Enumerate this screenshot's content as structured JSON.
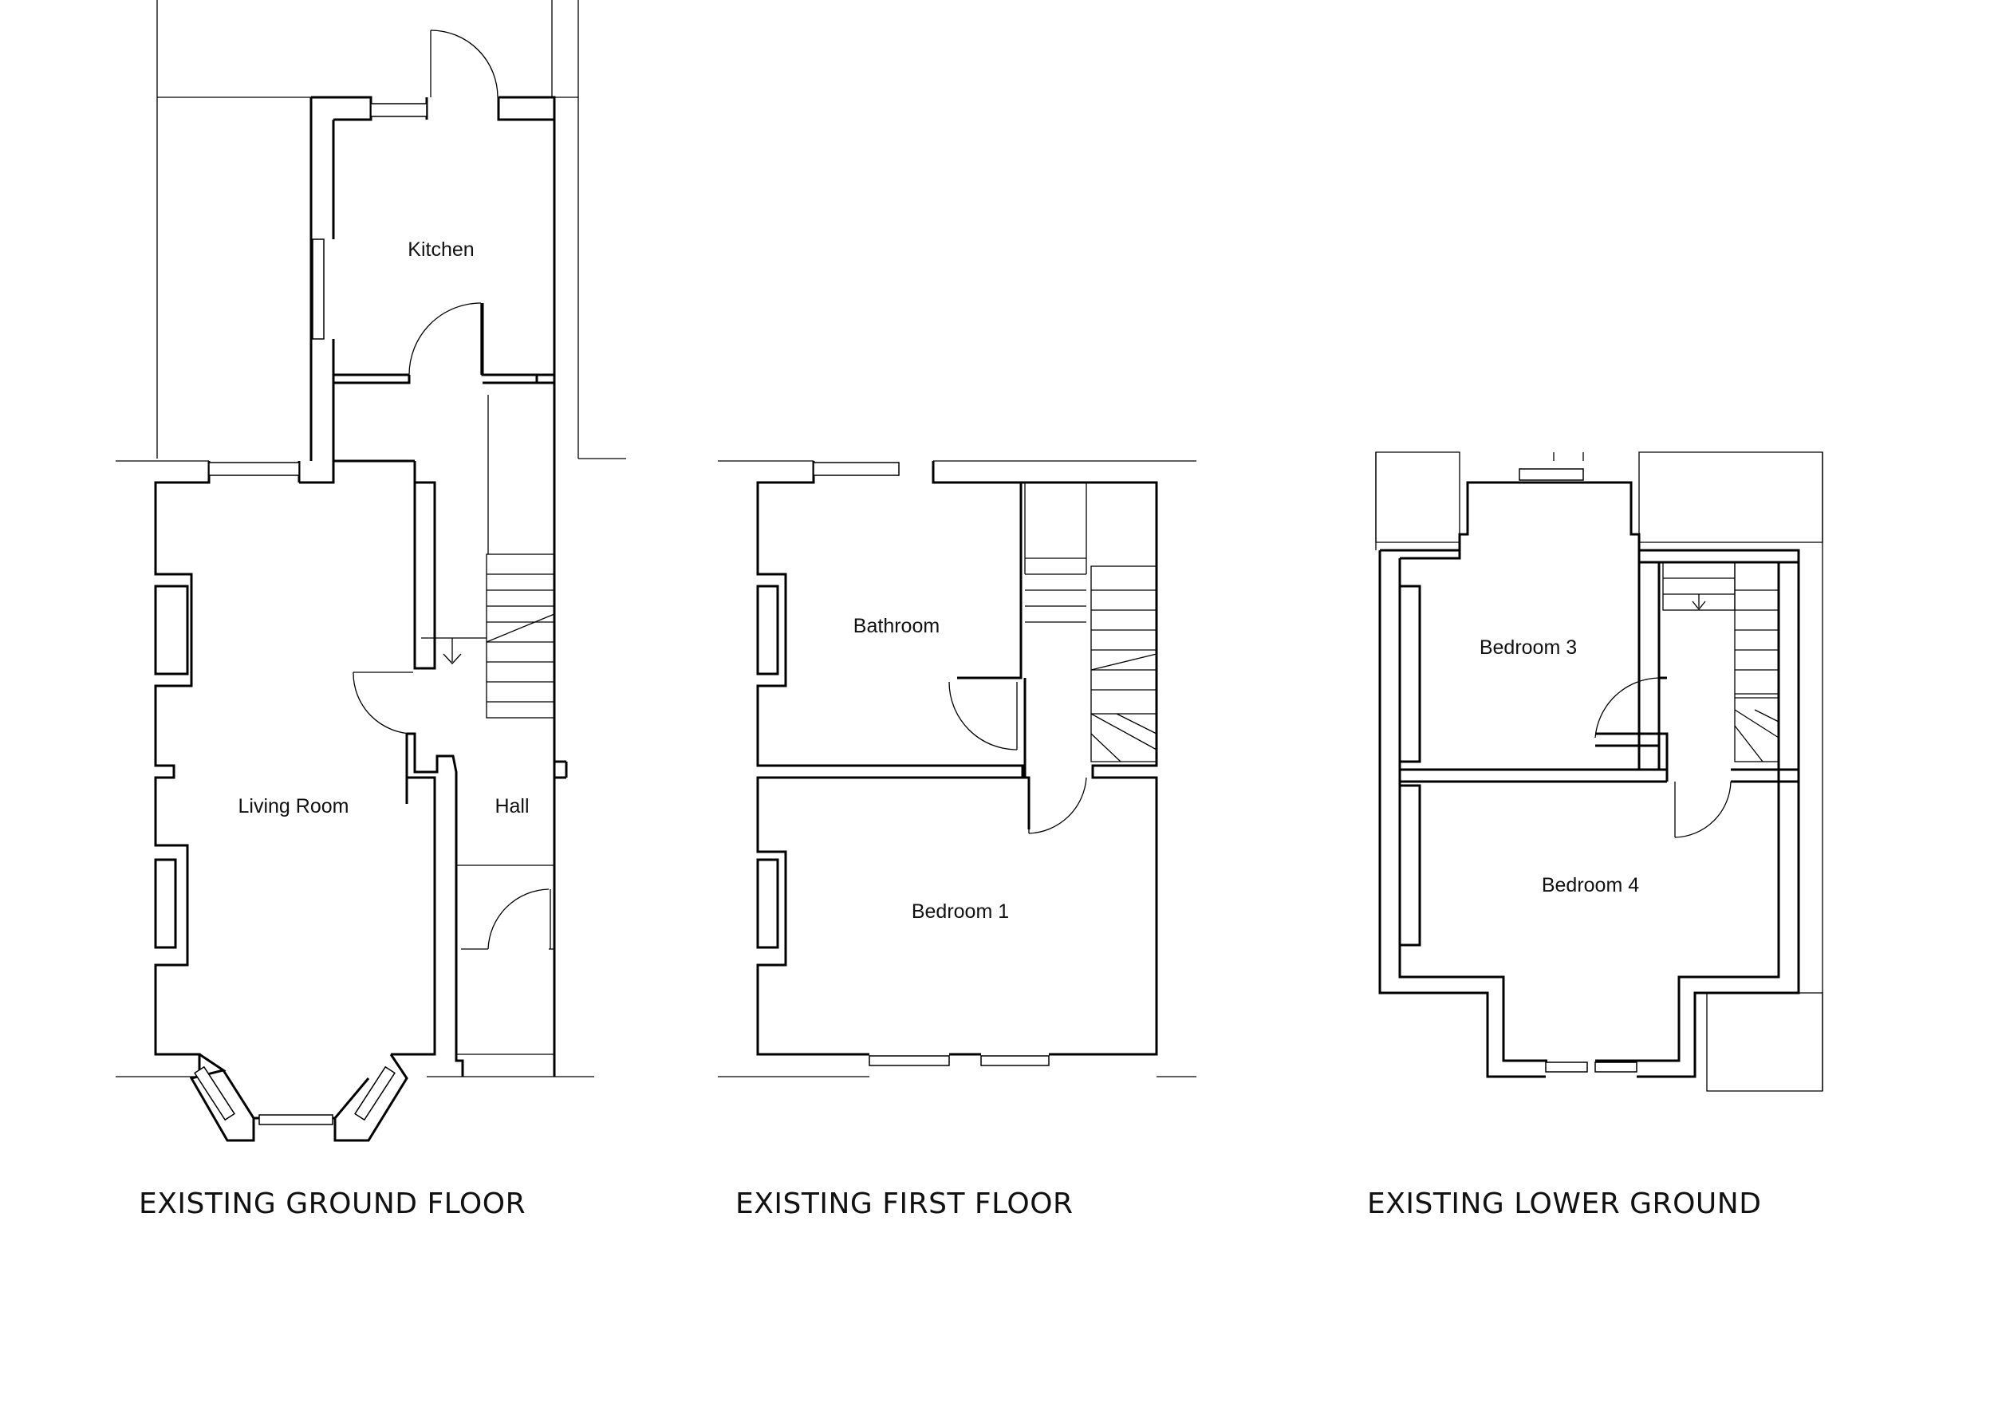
{
  "plans": [
    {
      "title": "EXISTING GROUND FLOOR",
      "rooms": {
        "kitchen": "Kitchen",
        "living_room": "Living Room",
        "hall": "Hall"
      }
    },
    {
      "title": "EXISTING FIRST FLOOR",
      "rooms": {
        "bathroom": "Bathroom",
        "bedroom1": "Bedroom 1"
      }
    },
    {
      "title": "EXISTING LOWER GROUND",
      "rooms": {
        "bedroom3": "Bedroom 3",
        "bedroom4": "Bedroom 4"
      }
    }
  ]
}
